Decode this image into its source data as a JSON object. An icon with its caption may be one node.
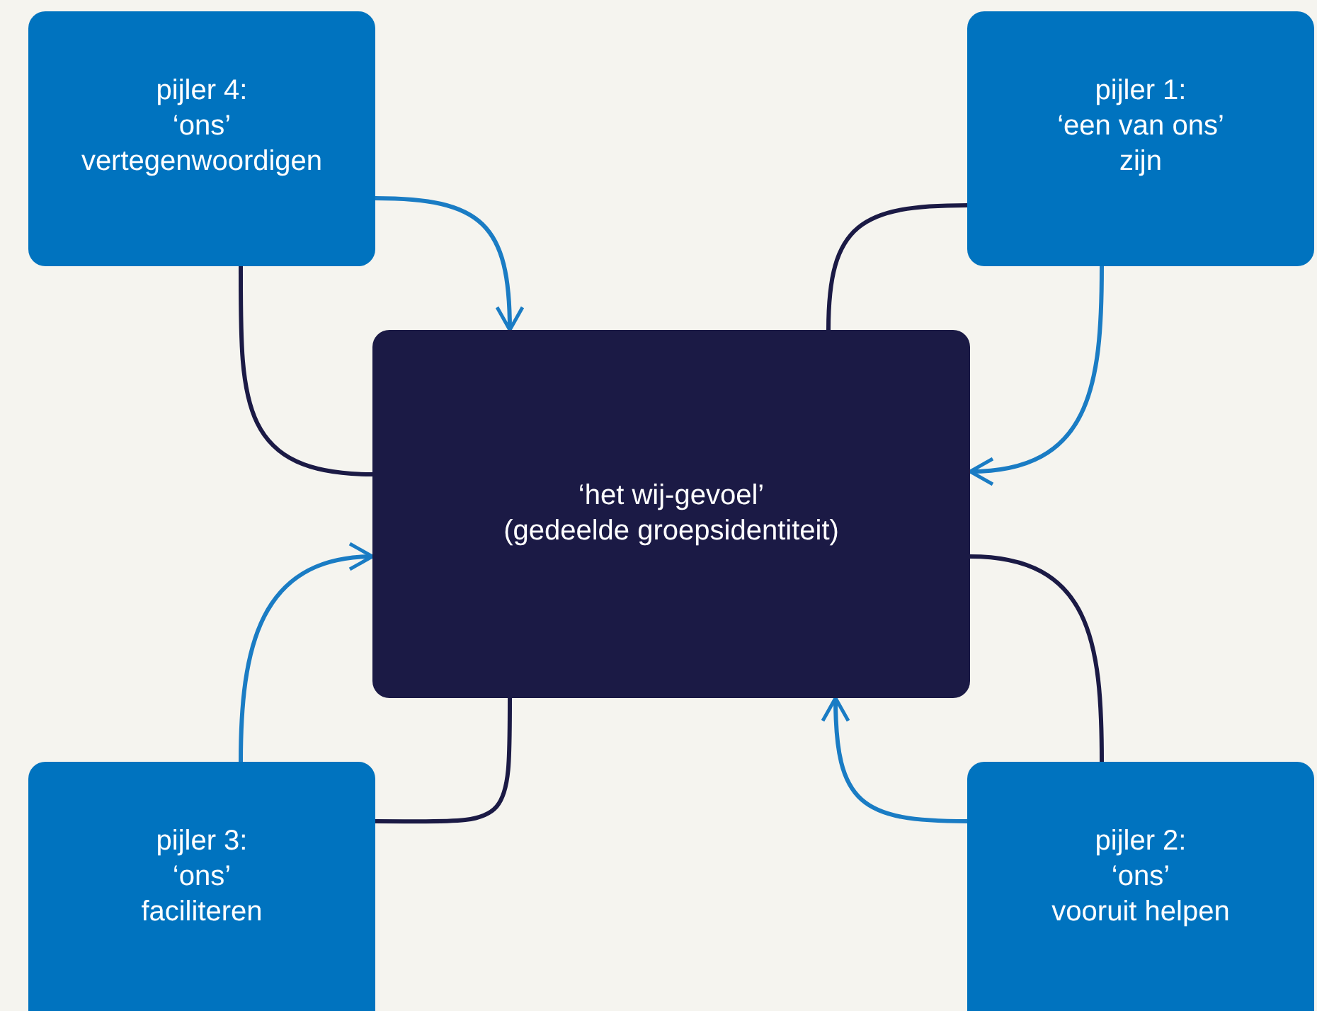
{
  "diagram": {
    "nodes": [
      {
        "text": [
          "pijler 4:",
          "‘ons’",
          "vertegenwoordigen"
        ]
      },
      {
        "text": [
          "pijler 1:",
          "‘een van ons’",
          "zijn"
        ]
      },
      {
        "text": [
          "‘het wij-gevoel’",
          "(gedeelde groepsidentiteit)"
        ]
      },
      {
        "text": [
          "pijler 3:",
          "‘ons’",
          "faciliteren"
        ]
      },
      {
        "text": [
          "pijler 2:",
          "‘ons’",
          "vooruit helpen"
        ]
      }
    ],
    "edges": [
      {
        "from": 0,
        "to": 2,
        "arrow": "to",
        "color": "#1a7cc4"
      },
      {
        "from": 2,
        "to": 0,
        "arrow": "none",
        "color": "#1b1a45"
      },
      {
        "from": 1,
        "to": 2,
        "arrow": "to",
        "color": "#1a7cc4"
      },
      {
        "from": 2,
        "to": 1,
        "arrow": "none",
        "color": "#1b1a45"
      },
      {
        "from": 4,
        "to": 2,
        "arrow": "to",
        "color": "#1a7cc4"
      },
      {
        "from": 2,
        "to": 4,
        "arrow": "none",
        "color": "#1b1a45"
      },
      {
        "from": 3,
        "to": 2,
        "arrow": "to",
        "color": "#1a7cc4"
      },
      {
        "from": 2,
        "to": 3,
        "arrow": "none",
        "color": "#1b1a45"
      }
    ]
  }
}
